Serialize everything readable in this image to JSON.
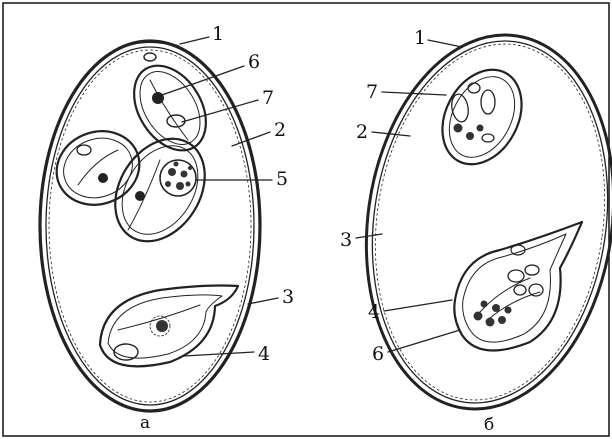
{
  "figure": {
    "colors": {
      "ink": "#222222",
      "background": "#ffffff",
      "frame": "#111111"
    },
    "panels": [
      {
        "caption": "a",
        "labels": [
          "1",
          "6",
          "7",
          "2",
          "5",
          "3",
          "4"
        ]
      },
      {
        "caption": "б",
        "labels": [
          "1",
          "7",
          "2",
          "3",
          "4",
          "6"
        ]
      }
    ]
  }
}
